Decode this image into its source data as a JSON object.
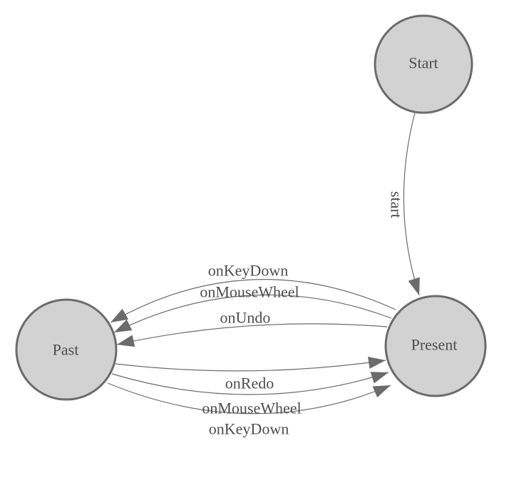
{
  "colors": {
    "background": "#ffffff",
    "node_fill": "#d2d2d2",
    "node_stroke": "#6b6b6b",
    "edge_stroke": "#6b6b6b",
    "arrowhead": "#6b6b6b",
    "text": "#4d4d4d"
  },
  "nodes": [
    {
      "id": "start",
      "label": "Start"
    },
    {
      "id": "past",
      "label": "Past"
    },
    {
      "id": "present",
      "label": "Present"
    }
  ],
  "edges": [
    {
      "from": "start",
      "to": "present",
      "label": "start"
    },
    {
      "from": "present",
      "to": "past",
      "label": "onKeyDown"
    },
    {
      "from": "present",
      "to": "past",
      "label": "onMouseWheel"
    },
    {
      "from": "present",
      "to": "past",
      "label": "onUndo"
    },
    {
      "from": "past",
      "to": "present",
      "label": "onRedo"
    },
    {
      "from": "past",
      "to": "present",
      "label": "onMouseWheel"
    },
    {
      "from": "past",
      "to": "present",
      "label": "onKeyDown"
    }
  ]
}
